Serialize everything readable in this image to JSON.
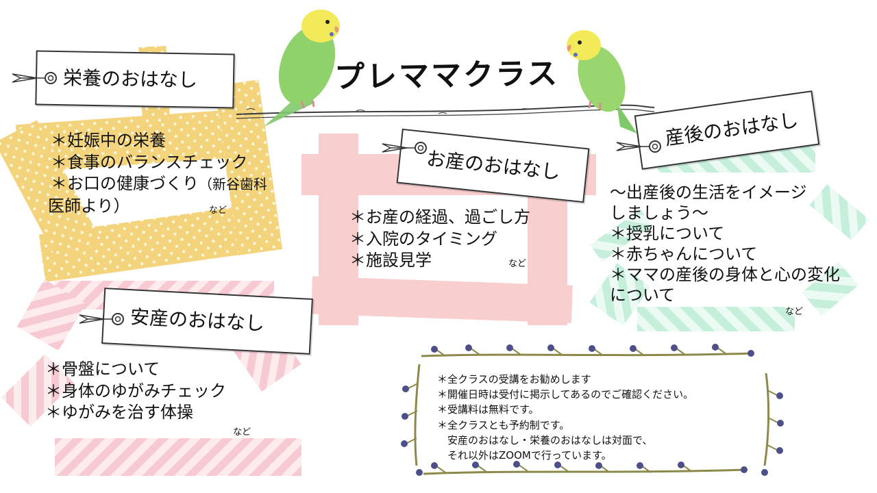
{
  "title": "プレママクラス",
  "nutrition": {
    "tag": "栄養のおはなし",
    "items": [
      "＊妊娠中の栄養",
      "＊食事のバランスチェック",
      "＊お口の健康づくり"
    ],
    "item3_note": "（新谷歯科",
    "item3_line2": "医師より）",
    "etc": "など"
  },
  "birth": {
    "tag": "お産のおはなし",
    "items": [
      "＊お産の経過、過ごし方",
      "＊入院のタイミング",
      "＊施設見学"
    ],
    "etc": "など"
  },
  "postpartum": {
    "tag": "産後のおはなし",
    "intro": [
      "～出産後の生活をイメージ",
      "しましょう～"
    ],
    "items": [
      "＊授乳について",
      "＊赤ちゃんについて",
      "＊ママの産後の身体と心の変化"
    ],
    "item3_line2": "について",
    "etc": "など"
  },
  "safe_birth": {
    "tag": "安産のおはなし",
    "items": [
      "＊骨盤について",
      "＊身体のゆがみチェック",
      "＊ゆがみを治す体操"
    ],
    "etc": "など"
  },
  "notes": [
    "＊全クラスの受講をお勧めします",
    "＊開催日時は受付に掲示してあるのでご確認ください。",
    "＊受講料は無料です。",
    "＊全クラスとも予約制です。",
    "　安産のおはなし・栄養のおはなしは対面で、",
    "　それ以外はZOOMで行っています。"
  ],
  "colors": {
    "yellow_tape": "#f2cf6e",
    "pink_tape": "#f6b3b3",
    "mint_tape": "#bfeed8",
    "striped_pink": "#f7c3cd",
    "parakeet_green": "#8fd16a",
    "parakeet_yellow": "#f3ea5a",
    "vine": "#8c8a4a",
    "berry": "#4d4f8a"
  },
  "icons": [
    "arrow-tag-icon",
    "parakeet-illustration",
    "vine-frame"
  ]
}
